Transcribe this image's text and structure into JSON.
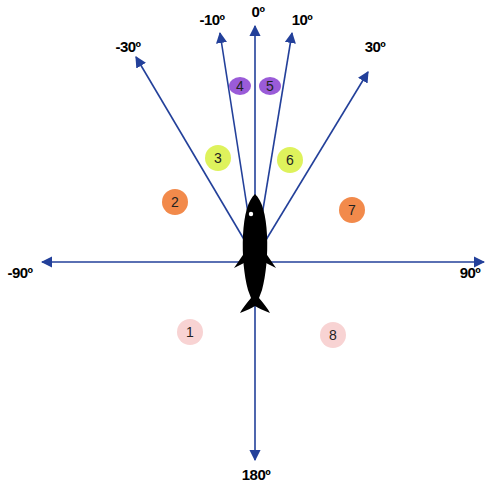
{
  "diagram": {
    "nodes": [
      {
        "text": [
          "1"
        ]
      },
      {
        "text": [
          "2"
        ]
      },
      {
        "text": [
          "3"
        ]
      },
      {
        "text": [
          "4"
        ]
      },
      {
        "text": [
          "5"
        ]
      },
      {
        "text": [
          "6"
        ]
      },
      {
        "text": [
          "7"
        ]
      },
      {
        "text": [
          "8"
        ]
      }
    ],
    "labels": [
      "-30º",
      "-10º",
      "0º",
      "10º",
      "30º",
      "-90º",
      "90º",
      "180º"
    ]
  }
}
